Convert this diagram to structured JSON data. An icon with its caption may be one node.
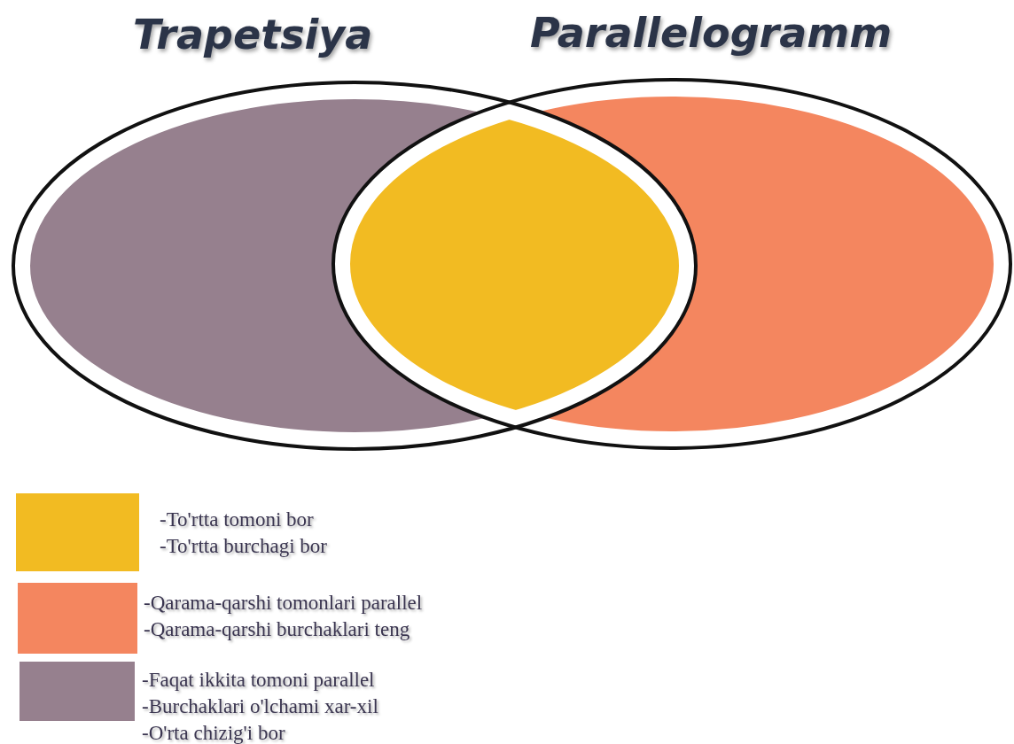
{
  "diagram": {
    "nodes": [
      {
        "text": [
          "Trapetsiya"
        ]
      },
      {
        "text": [
          "Parallelogramm"
        ]
      }
    ],
    "edges": [],
    "legend": [
      {
        "text": "-To'rtta tomoni bor",
        "color": "#f2bb22"
      },
      {
        "text": "-To'rtta burchagi bor",
        "color": "#f2bb22"
      },
      {
        "text": "-Qarama-qarshi tomonlari parallel",
        "color": "#f4865f"
      },
      {
        "text": "-Qarama-qarshi burchaklari teng",
        "color": "#f4865f"
      },
      {
        "text": "-Faqat ikkita tomoni parallel",
        "color": "#96808e"
      },
      {
        "text": "-Burchaklari o'lchami xar-xil",
        "color": "#96808e"
      },
      {
        "text": "-O'rta chizig'i bor"
      }
    ]
  }
}
